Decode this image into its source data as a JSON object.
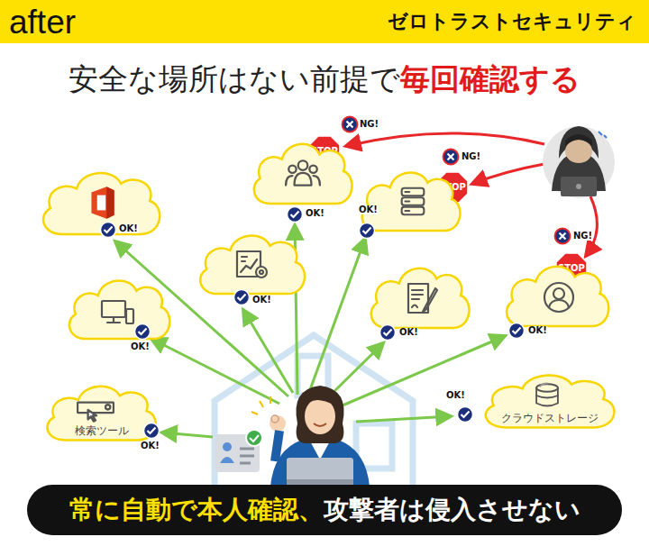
{
  "diagram": {
    "title": "ゼロトラストセキュリティ",
    "nodes": [
      {
        "text": [
          "STOP",
          "NG!"
        ]
      },
      {
        "text": [
          "OK!"
        ]
      },
      {
        "text": [
          "OK!"
        ]
      },
      {
        "text": [
          "STOP",
          "NG!"
        ]
      },
      {
        "text": [
          "OK!"
        ]
      },
      {
        "text": [
          "STOP",
          "NG!"
        ]
      },
      {
        "text": [
          "OK!"
        ]
      },
      {
        "text": [
          "OK!"
        ]
      },
      {
        "text": [
          "OK!"
        ]
      },
      {
        "text": [
          "OK!"
        ]
      },
      {
        "text": [
          "検索ツール",
          "OK!"
        ]
      },
      {
        "text": [
          "クラウドストレージ",
          "OK!"
        ]
      }
    ],
    "labels": [
      "after",
      "安全な場所はない前提で",
      "毎回確認する",
      "常に自動で本人確認、",
      "攻撃者は侵入させない"
    ]
  }
}
